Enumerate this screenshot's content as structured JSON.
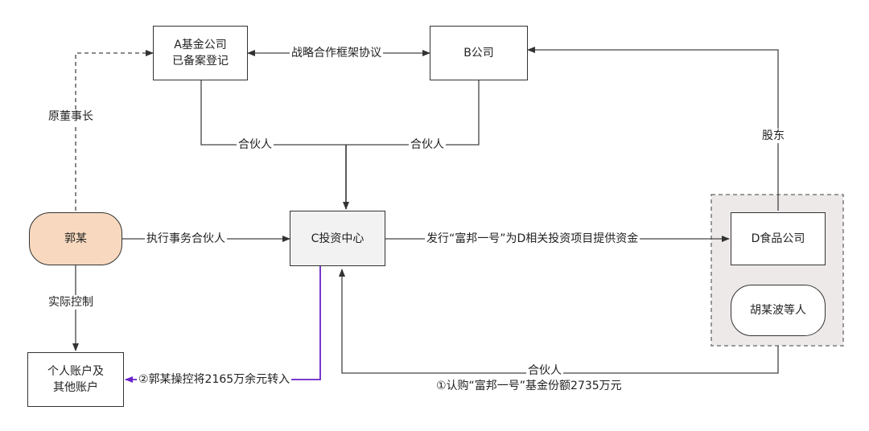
{
  "nodes": {
    "a_fund": {
      "line1": "A基金公司",
      "line2": "已备案登记"
    },
    "b_company": {
      "label": "B公司"
    },
    "c_center": {
      "label": "C投资中心"
    },
    "d_food": {
      "label": "D食品公司"
    },
    "guo": {
      "label": "郭某"
    },
    "accounts": {
      "line1": "个人账户及",
      "line2": "其他账户"
    },
    "hu": {
      "label": "胡某波等人"
    }
  },
  "edges": {
    "strategic": "战略合作框架协议",
    "partner_left": "合伙人",
    "partner_right": "合伙人",
    "former_chair": "原董事长",
    "shareholder": "股东",
    "executive_partner": "执行事务合伙人",
    "issue": "发行“富邦一号”为D相关投资项目提供资金",
    "actual_control": "实际控制",
    "transfer": "②郭某操控将2165万余元转入",
    "partner_bottom": "合伙人",
    "subscribe": "①认购“富邦一号”基金份额2735万元"
  },
  "colors": {
    "guo_fill": "#f8d9bf",
    "c_fill": "#f2f2f2",
    "group_fill": "#ece9e8",
    "transfer_line": "#6a22c8",
    "line": "#555555"
  }
}
